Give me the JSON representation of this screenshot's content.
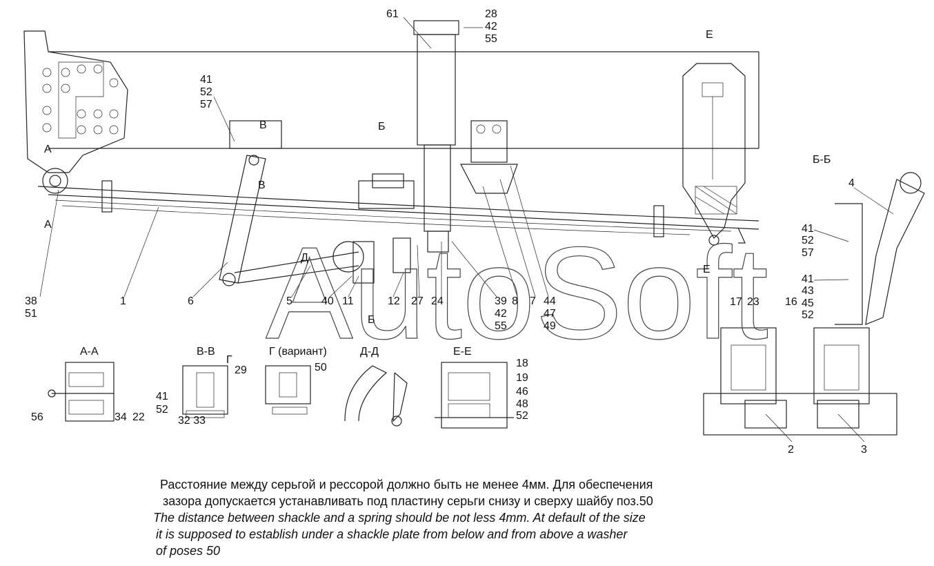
{
  "watermark": "AutoSoft",
  "callouts": {
    "c61": "61",
    "c28": "28",
    "c42a": "42",
    "c55a": "55",
    "c41a": "41",
    "c52a": "52",
    "c57a": "57",
    "c4": "4",
    "c41b": "41",
    "c52b": "52",
    "c57b": "57",
    "c41c": "41",
    "c43": "43",
    "c45": "45",
    "c52c": "52",
    "c38": "38",
    "c51": "51",
    "c1": "1",
    "c6": "6",
    "c5": "5",
    "c40": "40",
    "c11": "11",
    "c12": "12",
    "c27": "27",
    "c24": "24",
    "c39": "39",
    "c42b": "42",
    "c55b": "55",
    "c8": "8",
    "c7": "7",
    "c44": "44",
    "c47": "47",
    "c49": "49",
    "c17": "17",
    "c23": "23",
    "c16": "16",
    "c2": "2",
    "c3": "3",
    "c29": "29",
    "c50": "50",
    "c41d": "41",
    "c52d": "52",
    "c32_33": "32 33",
    "c56": "56",
    "c34": "34",
    "c22": "22",
    "c18": "18",
    "c19": "19",
    "c46": "46",
    "c48": "48",
    "c52e": "52"
  },
  "section_marks": {
    "e_top": "Е",
    "v_top": "В",
    "b_top": "Б",
    "a_top": "А",
    "v_bot": "В",
    "a_bot": "А",
    "d": "Д",
    "e_bot": "Е",
    "b_bot": "Б",
    "g": "Г"
  },
  "section_titles": {
    "bb": "Б-Б",
    "aa": "А-А",
    "vv": "В-В",
    "g_variant": "Г (вариант)",
    "dd": "Д-Д",
    "ee": "Е-Е"
  },
  "notes": {
    "ru_line1": "Расстояние между серьгой и рессорой должно быть не менее 4мм. Для обеспечения",
    "ru_line2": "зазора допускается устанавливать под пластину серьги снизу и сверху шайбу поз.50",
    "en_line1": "The distance between shackle and a spring should be not less 4mm. At default of the size",
    "en_line2": "it is supposed to establish under a shackle plate from below and from above a washer",
    "en_line3": "of poses 50"
  }
}
